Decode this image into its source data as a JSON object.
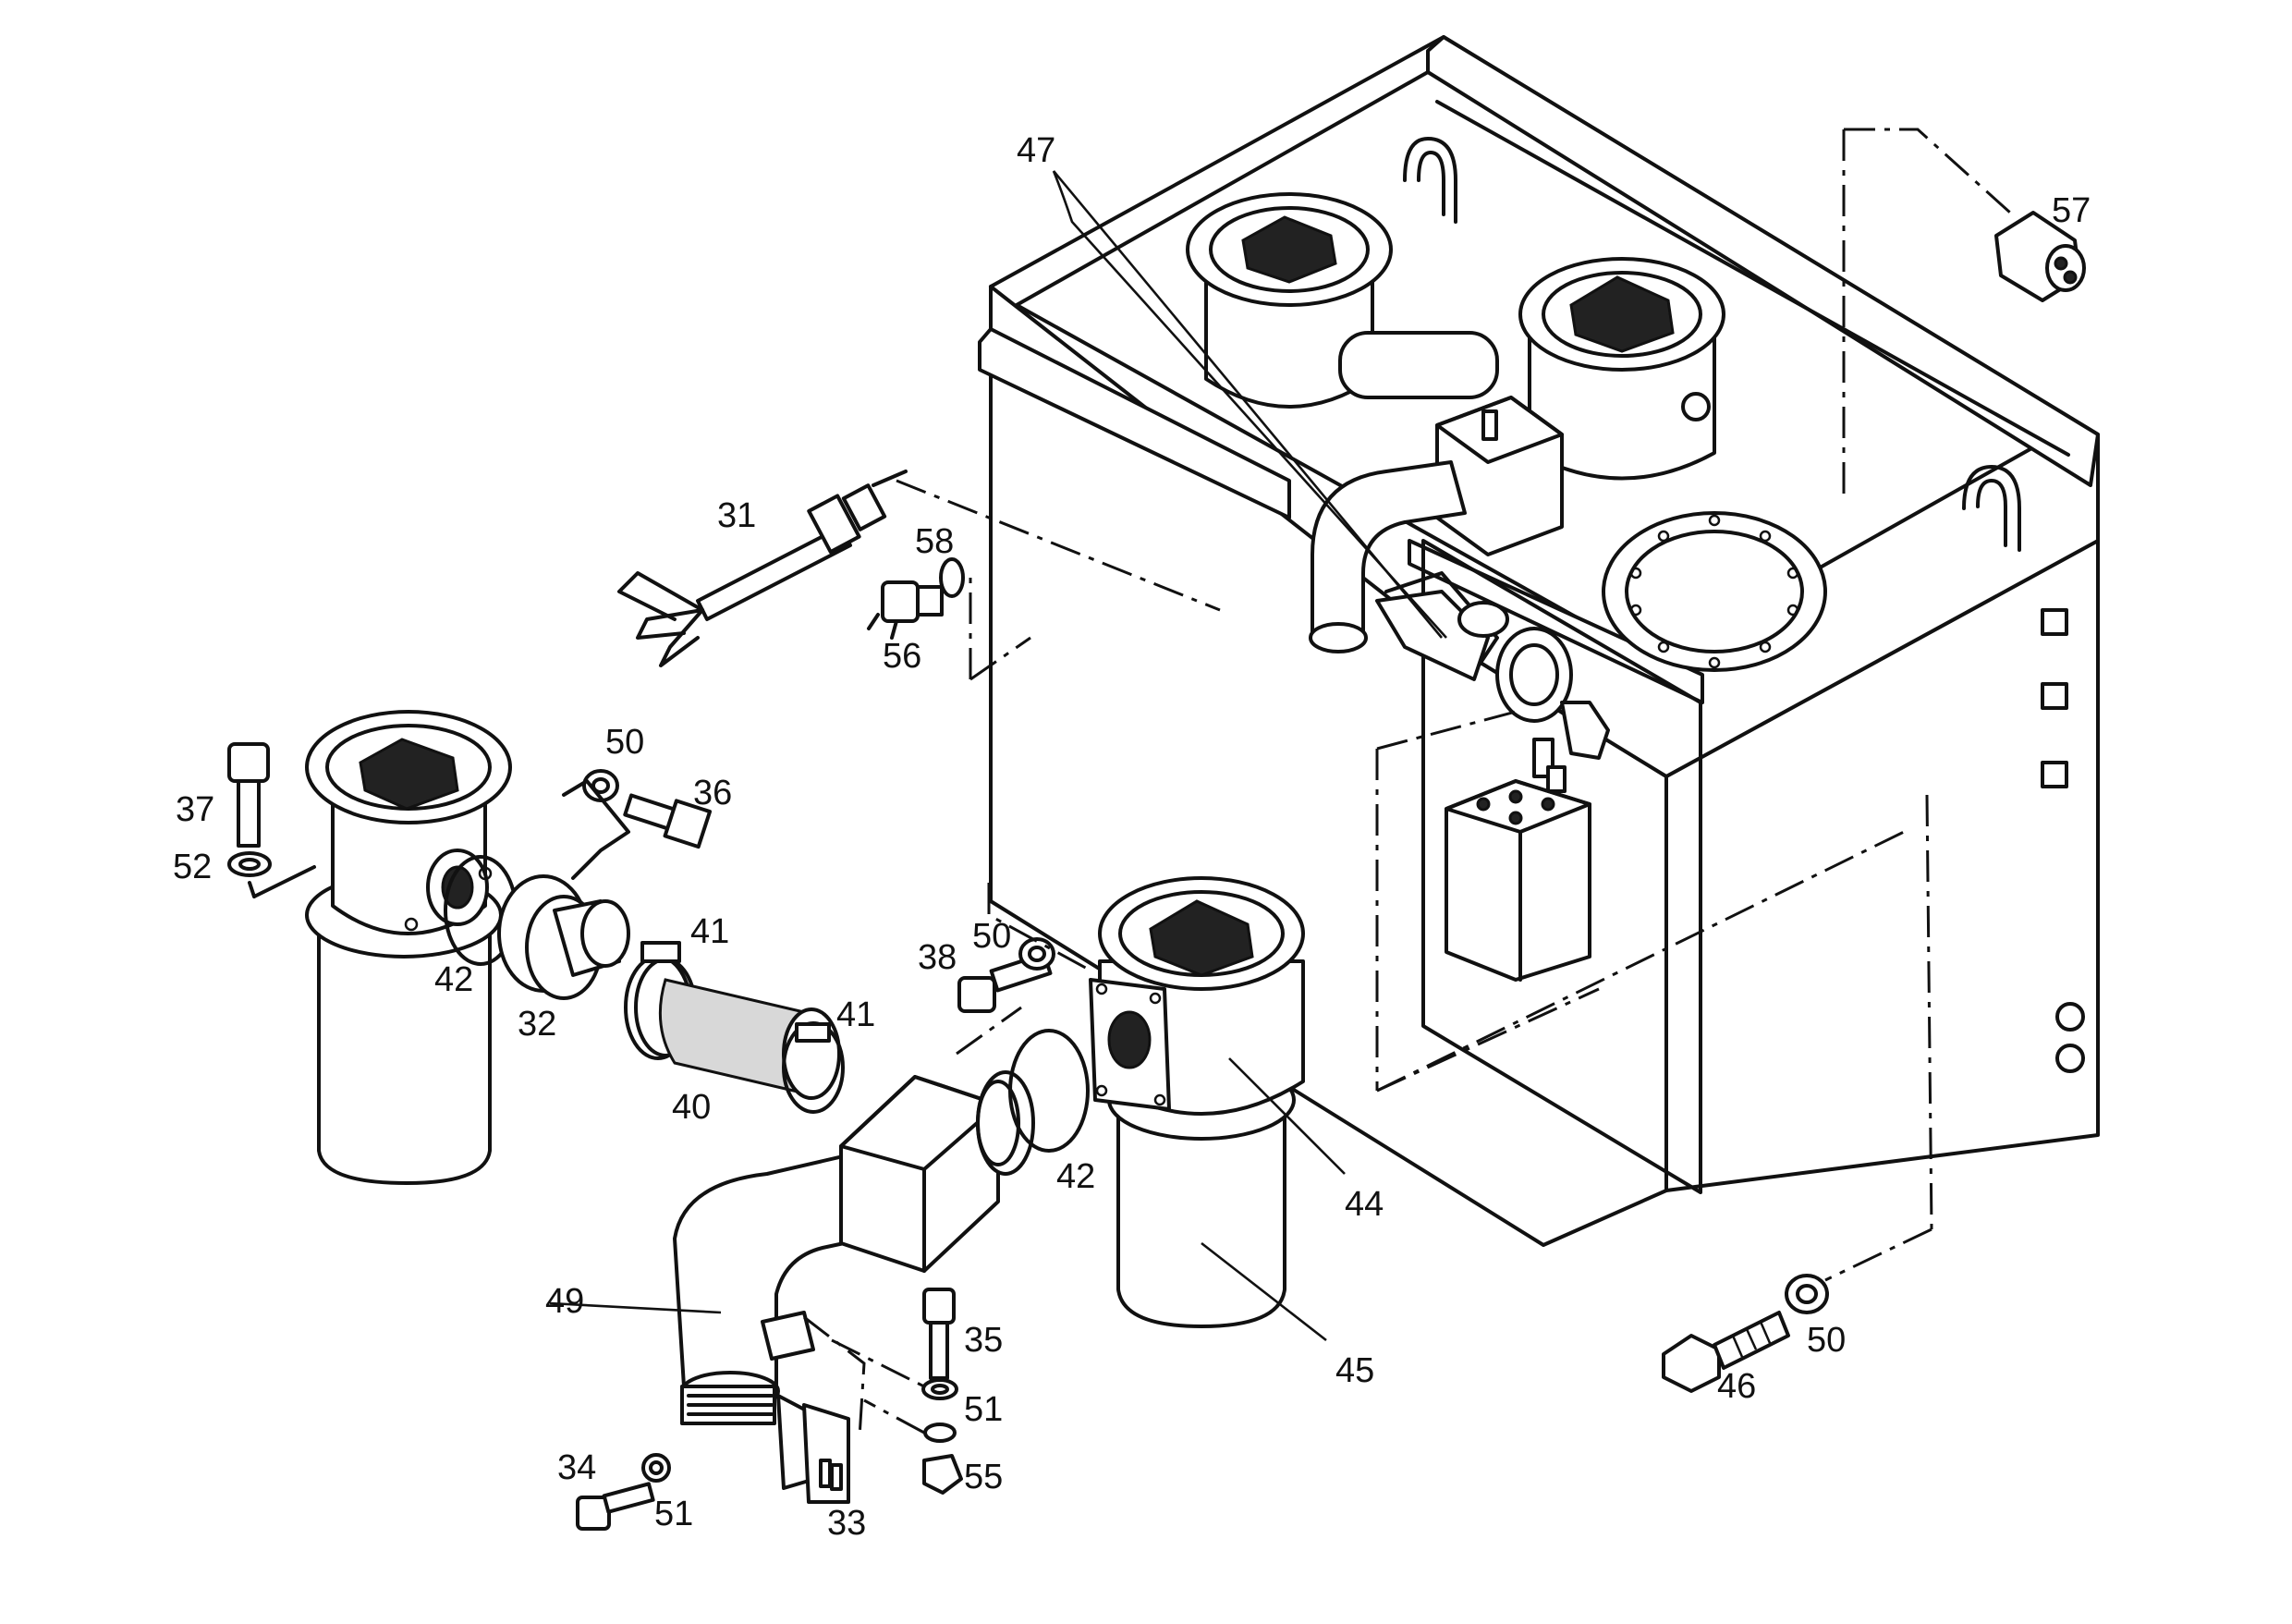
{
  "callouts": [
    {
      "id": "c47",
      "label": "47"
    },
    {
      "id": "c57",
      "label": "57"
    },
    {
      "id": "c31",
      "label": "31"
    },
    {
      "id": "c58",
      "label": "58"
    },
    {
      "id": "c56",
      "label": "56"
    },
    {
      "id": "c50a",
      "label": "50"
    },
    {
      "id": "c36",
      "label": "36"
    },
    {
      "id": "c37",
      "label": "37"
    },
    {
      "id": "c52",
      "label": "52"
    },
    {
      "id": "c42a",
      "label": "42"
    },
    {
      "id": "c32",
      "label": "32"
    },
    {
      "id": "c41a",
      "label": "41"
    },
    {
      "id": "c41b",
      "label": "41"
    },
    {
      "id": "c40",
      "label": "40"
    },
    {
      "id": "c38",
      "label": "38"
    },
    {
      "id": "c50b",
      "label": "50"
    },
    {
      "id": "c42b",
      "label": "42"
    },
    {
      "id": "c44",
      "label": "44"
    },
    {
      "id": "c45",
      "label": "45"
    },
    {
      "id": "c49",
      "label": "49"
    },
    {
      "id": "c35",
      "label": "35"
    },
    {
      "id": "c51a",
      "label": "51"
    },
    {
      "id": "c55",
      "label": "55"
    },
    {
      "id": "c34",
      "label": "34"
    },
    {
      "id": "c51b",
      "label": "51"
    },
    {
      "id": "c33",
      "label": "33"
    },
    {
      "id": "c46",
      "label": "46"
    },
    {
      "id": "c50c",
      "label": "50"
    }
  ]
}
